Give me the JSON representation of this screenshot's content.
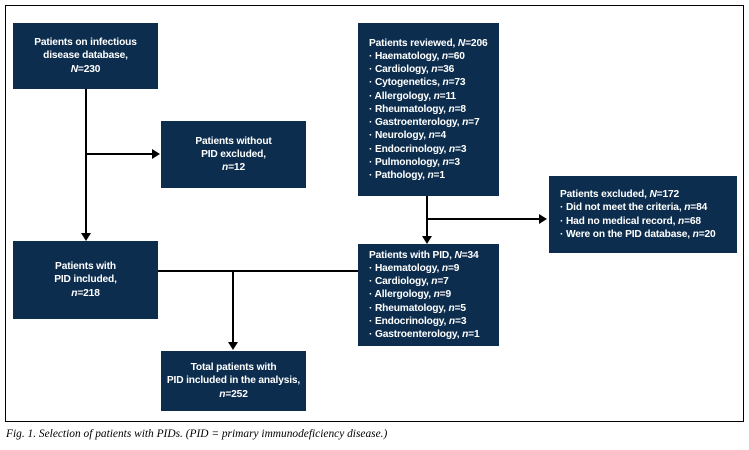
{
  "figure": {
    "caption": "Fig. 1. Selection of patients with PIDs. (PID = primary immunodeficiency disease.)",
    "box_color": "#0C2D4E",
    "text_color": "#FFFFFF",
    "connector_color": "#000000",
    "background": "#FFFFFF"
  },
  "nodes": {
    "database": {
      "name": "patients-on-infectious-disease-database",
      "lines": [
        "Patients on infectious",
        "disease database,",
        "N=230"
      ],
      "label": "Patients on infectious disease database, N=230",
      "count_symbol": "N",
      "count": 230
    },
    "excluded_no_pid": {
      "name": "patients-without-pid-excluded",
      "lines": [
        "Patients without",
        "PID excluded,",
        "n=12"
      ],
      "label": "Patients without PID excluded, n=12",
      "count_symbol": "n",
      "count": 12
    },
    "reviewed": {
      "name": "patients-reviewed",
      "header": "Patients reviewed, N=206",
      "count_symbol": "N",
      "count": 206,
      "items": [
        {
          "specialty": "Haematology",
          "n": 60
        },
        {
          "specialty": "Cardiology",
          "n": 36
        },
        {
          "specialty": "Cytogenetics",
          "n": 73
        },
        {
          "specialty": "Allergology",
          "n": 11
        },
        {
          "specialty": "Rheumatology",
          "n": 8
        },
        {
          "specialty": "Gastroenterology",
          "n": 7
        },
        {
          "specialty": "Neurology",
          "n": 4
        },
        {
          "specialty": "Endocrinology",
          "n": 3
        },
        {
          "specialty": "Pulmonology",
          "n": 3
        },
        {
          "specialty": "Pathology",
          "n": 1
        }
      ]
    },
    "pid_included": {
      "name": "patients-with-pid-included",
      "lines": [
        "Patients with",
        "PID included,",
        "n=218"
      ],
      "label": "Patients with PID included, n=218",
      "count_symbol": "n",
      "count": 218
    },
    "pid_reviewed": {
      "name": "patients-with-pid",
      "header": "Patients with PID, N=34",
      "count_symbol": "N",
      "count": 34,
      "items": [
        {
          "specialty": "Haematology",
          "n": 9
        },
        {
          "specialty": "Cardiology",
          "n": 7
        },
        {
          "specialty": "Allergology",
          "n": 9
        },
        {
          "specialty": "Rheumatology",
          "n": 5
        },
        {
          "specialty": "Endocrinology",
          "n": 3
        },
        {
          "specialty": "Gastroenterology",
          "n": 1
        }
      ]
    },
    "excluded": {
      "name": "patients-excluded",
      "header": "Patients excluded, N=172",
      "count_symbol": "N",
      "count": 172,
      "items": [
        {
          "reason": "Did not meet the criteria",
          "n": 84
        },
        {
          "reason": "Had no medical record",
          "n": 68
        },
        {
          "reason": "Were on the PID database",
          "n": 20
        }
      ]
    },
    "total": {
      "name": "total-patients-with-pid-in-analysis",
      "lines": [
        "Total patients with",
        "PID included in the analysis,",
        "n=252"
      ],
      "label": "Total patients with PID included in the analysis, n=252",
      "count_symbol": "n",
      "count": 252
    }
  },
  "connectors": [
    {
      "name": "database-to-excluded-no-pid",
      "type": "branch-right"
    },
    {
      "name": "database-to-pid-included",
      "type": "straight-down"
    },
    {
      "name": "reviewed-to-excluded",
      "type": "branch-right"
    },
    {
      "name": "reviewed-to-pid-reviewed",
      "type": "straight-down"
    },
    {
      "name": "pid-included-to-pid-reviewed",
      "type": "horizontal-join"
    },
    {
      "name": "join-to-total",
      "type": "straight-down"
    }
  ]
}
